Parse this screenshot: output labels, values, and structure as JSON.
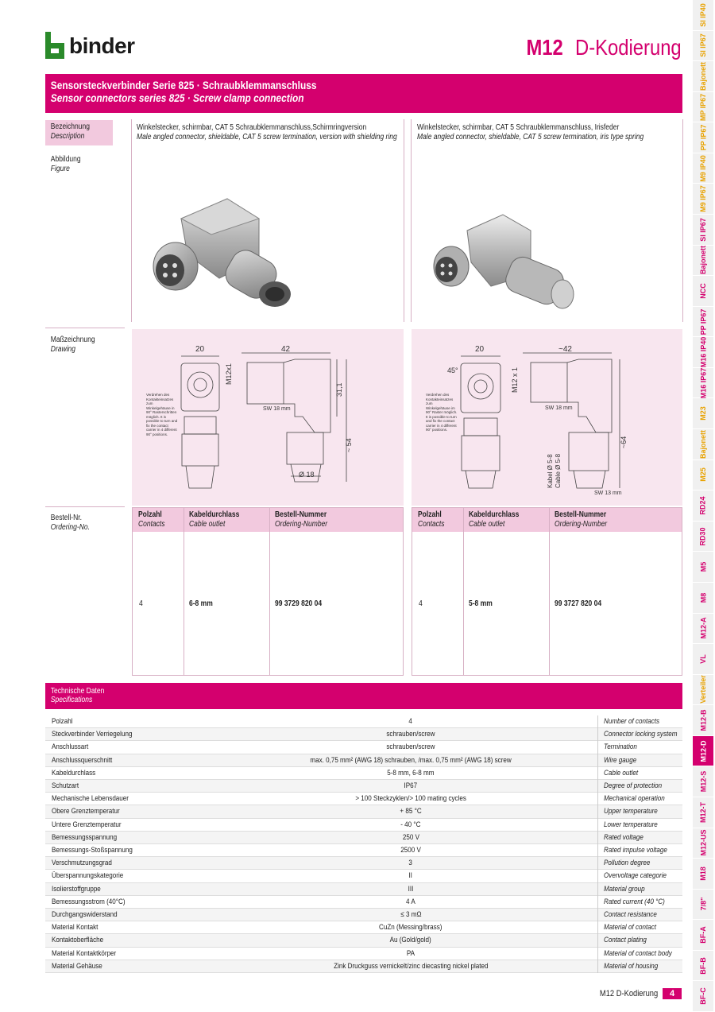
{
  "brand": {
    "name": "binder",
    "color": "#1a1a1a"
  },
  "page_title": {
    "series": "M12",
    "coding": "D-Kodierung"
  },
  "header": {
    "line_de": "Sensorsteckverbinder Serie 825 · Schraubklemmanschluss",
    "line_en": "Sensor connectors series 825 · Screw clamp connection"
  },
  "labels": {
    "description": {
      "de": "Bezeichnung",
      "en": "Description"
    },
    "figure": {
      "de": "Abbildung",
      "en": "Figure"
    },
    "drawing": {
      "de": "Maßzeichnung",
      "en": "Drawing"
    },
    "ordering": {
      "de": "Bestell-Nr.",
      "en": "Ordering-No."
    }
  },
  "products": [
    {
      "desc_de": "Winkelstecker, schirmbar, CAT 5 Schraubklemmanschluss,Schirmringversion",
      "desc_en": "Male angled connector, shieldable, CAT 5 screw termination, version with shielding ring",
      "drawing": {
        "dim_w": "20",
        "dim_len": "42",
        "thread": "M12x1",
        "sw": "SW 18 mm",
        "h1": "31,1",
        "h2": "~ 54",
        "dia": "Ø 18",
        "note": "Verdrehen des Kontakteinsatzes zum Winkelgehäuse in 90° Rasterschritten möglich. It is possible to turn and fix the contact carrier in 4 different 90° positions."
      },
      "order": {
        "contacts": "4",
        "cable": "6-8 mm",
        "number": "99 3729 820 04"
      }
    },
    {
      "desc_de": "Winkelstecker, schirmbar, CAT 5 Schraubklemmanschluss, Irisfeder",
      "desc_en": "Male angled connector, shieldable, CAT 5 screw termination, iris type spring",
      "drawing": {
        "dim_w": "20",
        "dim_len": "~42",
        "thread": "M12 x 1",
        "sw": "SW 18 mm",
        "angle": "45°",
        "h2": "~64",
        "cable1": "Kabel Ø 5-8",
        "cable2": "Cable Ø 5-8",
        "sw2": "SW 13 mm",
        "note": "Verdrehen des Kontakteinsatzes zum Winkelgehäuse im 90° Raster möglich. It is possible to turn and fix the contact carrier in 4 different 90° positions."
      },
      "order": {
        "contacts": "4",
        "cable": "5-8 mm",
        "number": "99 3727 820 04"
      }
    }
  ],
  "order_headers": {
    "contacts": {
      "de": "Polzahl",
      "en": "Contacts"
    },
    "cable": {
      "de": "Kabeldurchlass",
      "en": "Cable outlet"
    },
    "number": {
      "de": "Bestell-Nummer",
      "en": "Ordering-Number"
    }
  },
  "specs_header": {
    "de": "Technische Daten",
    "en": "Specifications"
  },
  "specs": [
    {
      "de": "Polzahl",
      "value": "4",
      "en": "Number of contacts"
    },
    {
      "de": "Steckverbinder Verriegelung",
      "value": "schrauben/screw",
      "en": "Connector locking system"
    },
    {
      "de": "Anschlussart",
      "value": "schrauben/screw",
      "en": "Termination"
    },
    {
      "de": "Anschlussquerschnitt",
      "value": "max. 0,75 mm² (AWG 18) schrauben, /max. 0,75 mm² (AWG 18) screw",
      "en": "Wire gauge"
    },
    {
      "de": "Kabeldurchlass",
      "value": "5-8 mm, 6-8 mm",
      "en": "Cable outlet"
    },
    {
      "de": "Schutzart",
      "value": "IP67",
      "en": "Degree of protection"
    },
    {
      "de": "Mechanische Lebensdauer",
      "value": "> 100 Steckzyklen/> 100 mating cycles",
      "en": "Mechanical operation"
    },
    {
      "de": "Obere Grenztemperatur",
      "value": "+ 85 °C",
      "en": "Upper temperature"
    },
    {
      "de": "Untere Grenztemperatur",
      "value": "- 40 °C",
      "en": "Lower temperature"
    },
    {
      "de": "Bemessungsspannung",
      "value": "250 V",
      "en": "Rated voltage"
    },
    {
      "de": "Bemessungs-Stoßspannung",
      "value": "2500 V",
      "en": "Rated impulse voltage"
    },
    {
      "de": "Verschmutzungsgrad",
      "value": "3",
      "en": "Pollution degree"
    },
    {
      "de": "Überspannungskategorie",
      "value": "II",
      "en": "Overvoltage categorie"
    },
    {
      "de": "Isolierstoffgruppe",
      "value": "III",
      "en": "Material group"
    },
    {
      "de": "Bemessungsstrom (40°C)",
      "value": "4 A",
      "en": "Rated current (40 °C)"
    },
    {
      "de": "Durchgangswiderstand",
      "value": "≤ 3 mΩ",
      "en": "Contact resistance"
    },
    {
      "de": "Material Kontakt",
      "value": "CuZn (Messing/brass)",
      "en": "Material of contact"
    },
    {
      "de": "Kontaktoberfläche",
      "value": "Au (Gold/gold)",
      "en": "Contact plating"
    },
    {
      "de": "Material Kontaktkörper",
      "value": "PA",
      "en": "Material of contact body"
    },
    {
      "de": "Material Gehäuse",
      "value": "Zink Druckguss vernickelt/zinc diecasting nickel plated",
      "en": "Material of housing"
    }
  ],
  "side_tabs": [
    {
      "label": "SI IP40",
      "color": "#e8a200"
    },
    {
      "label": "SI IP67",
      "color": "#e8a200"
    },
    {
      "label": "Bajonett",
      "color": "#e8a200"
    },
    {
      "label": "MP IP67",
      "color": "#e8a200"
    },
    {
      "label": "PP IP67",
      "color": "#e8a200"
    },
    {
      "label": "M9 IP40",
      "color": "#e8a200"
    },
    {
      "label": "M9 IP67",
      "color": "#e8a200"
    },
    {
      "label": "SI IP67",
      "color": "#d4006e"
    },
    {
      "label": "Bajonett",
      "color": "#d4006e"
    },
    {
      "label": "NCC",
      "color": "#d4006e"
    },
    {
      "label": "PP IP67",
      "color": "#d4006e"
    },
    {
      "label": "M16 IP40",
      "color": "#d4006e"
    },
    {
      "label": "M16 IP67",
      "color": "#d4006e"
    },
    {
      "label": "M23",
      "color": "#e8a200"
    },
    {
      "label": "Bajonett",
      "color": "#e8a200"
    },
    {
      "label": "M25",
      "color": "#e8a200"
    },
    {
      "label": "RD24",
      "color": "#d4006e"
    },
    {
      "label": "RD30",
      "color": "#d4006e"
    },
    {
      "label": "M5",
      "color": "#d4006e"
    },
    {
      "label": "M8",
      "color": "#d4006e"
    },
    {
      "label": "M12-A",
      "color": "#d4006e"
    },
    {
      "label": "VL",
      "color": "#d4006e"
    },
    {
      "label": "Verteiler",
      "color": "#e8a200"
    },
    {
      "label": "M12-B",
      "color": "#d4006e"
    },
    {
      "label": "M12-D",
      "color": "#ffffff",
      "active": true
    },
    {
      "label": "M12-S",
      "color": "#d4006e"
    },
    {
      "label": "M12-T",
      "color": "#d4006e"
    },
    {
      "label": "M12-US",
      "color": "#d4006e"
    },
    {
      "label": "M18",
      "color": "#d4006e"
    },
    {
      "label": "7/8\"",
      "color": "#d4006e"
    },
    {
      "label": "BF-A",
      "color": "#d4006e"
    },
    {
      "label": "BF-B",
      "color": "#d4006e"
    },
    {
      "label": "BF-C",
      "color": "#d4006e"
    }
  ],
  "footer": {
    "label": "M12 D-Kodierung",
    "page": "4"
  },
  "colors": {
    "accent": "#d4006e",
    "light_pink": "#f2c9de",
    "drawing_bg": "#f8e6ef"
  }
}
